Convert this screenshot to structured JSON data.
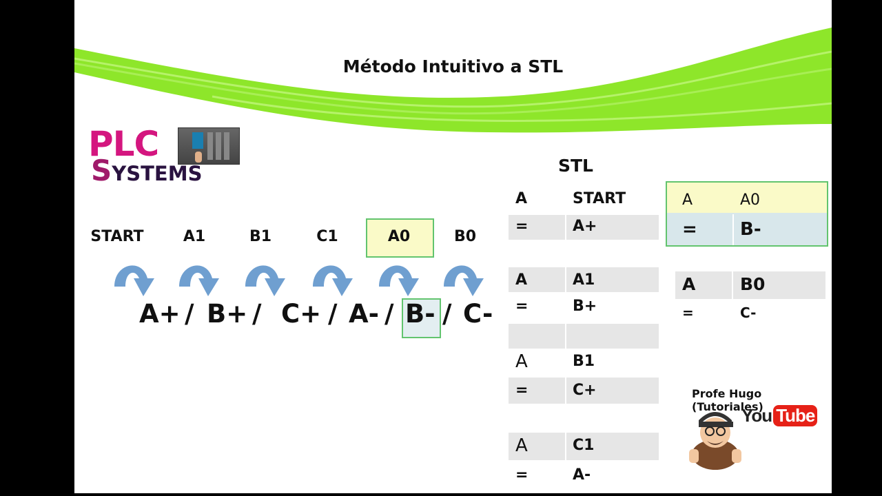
{
  "title": "Método Intuitivo a STL",
  "logo": {
    "plc": "PLC",
    "systems_first": "S",
    "systems_rest": "YSTEMS"
  },
  "diagram": {
    "labels": [
      "START",
      "A1",
      "B1",
      "C1",
      "A0",
      "B0"
    ],
    "sequence": [
      "A+",
      "/",
      "B+",
      "/",
      "C+",
      "/",
      "A-",
      "/",
      "B-",
      "/",
      "C-"
    ],
    "highlight_label": "A0",
    "highlight_step": "B-",
    "colors": {
      "arrow": "#6f9fd0",
      "highlight_fill": "#fafac8",
      "highlight_border": "#62c46e"
    }
  },
  "stl": {
    "heading": "STL",
    "left_blocks": [
      {
        "op1": "A",
        "arg1": "START",
        "op2": "=",
        "arg2": "A+"
      },
      {
        "op1": "A",
        "arg1": "A1",
        "op2": "=",
        "arg2": "B+"
      },
      {
        "op1": "A",
        "arg1": "B1",
        "op2": "=",
        "arg2": "C+"
      },
      {
        "op1": "A",
        "arg1": "C1",
        "op2": "=",
        "arg2": "A-"
      }
    ],
    "right_blocks": [
      {
        "op1": "A",
        "arg1": "A0",
        "op2": "=",
        "arg2": "B-"
      },
      {
        "op1": "A",
        "arg1": "B0",
        "op2": "=",
        "arg2": "C-"
      }
    ]
  },
  "channel": {
    "name": "Profe Hugo (Tutoriales)",
    "brand_you": "You",
    "brand_tube": "Tube"
  },
  "colors": {
    "wave": "#8ee62a",
    "plc_pink": "#d4167f",
    "youtube_red": "#e62117"
  }
}
